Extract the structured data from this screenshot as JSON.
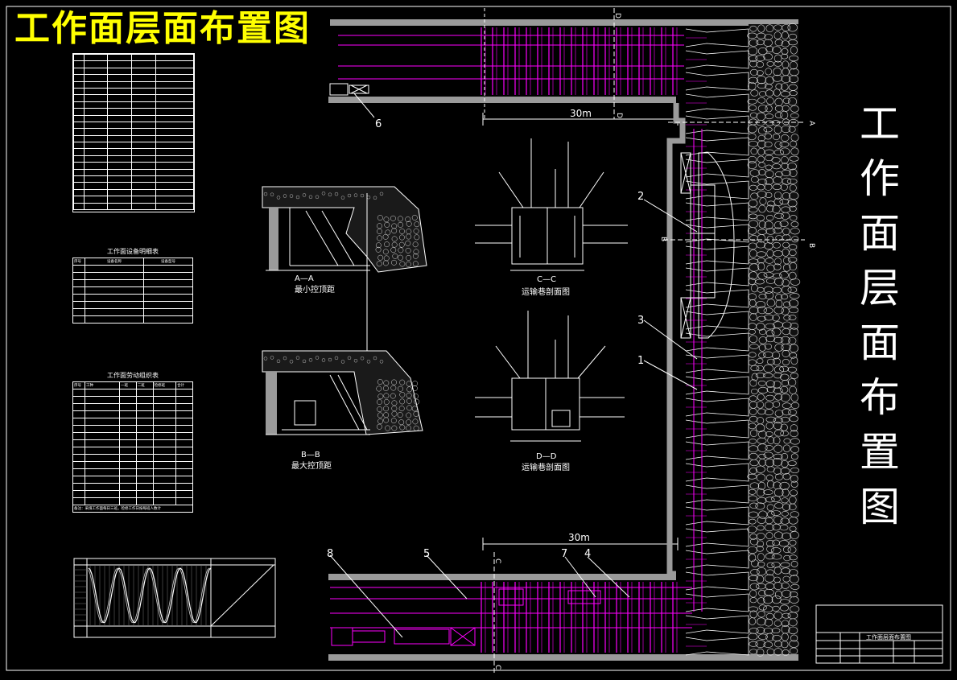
{
  "drawing": {
    "title": "工作面层面布置图",
    "title_vertical_chars": [
      "工",
      "作",
      "面",
      "层",
      "面",
      "布",
      "置",
      "图"
    ]
  },
  "dimensions": {
    "top": "30m",
    "bottom": "30m"
  },
  "section_marks": {
    "a": "A",
    "b": "B",
    "c": "C",
    "d": "D"
  },
  "callouts": [
    "1",
    "2",
    "3",
    "4",
    "5",
    "6",
    "7",
    "8"
  ],
  "sections": {
    "aa": {
      "code": "A—A",
      "name": "最小控顶距"
    },
    "bb": {
      "code": "B—B",
      "name": "最大控顶距"
    },
    "cc": {
      "code": "C—C",
      "name": "运输巷剖面图"
    },
    "dd": {
      "code": "D—D",
      "name": "运输巷剖面图"
    }
  },
  "tables": {
    "labor": {
      "title": "工作面劳动组织表",
      "headers": [
        "序号",
        "工种",
        "一班",
        "二班",
        "检修班",
        "合计"
      ],
      "note": "备注：采煤工作面每日三班，检修工作日按每班人数计"
    },
    "equipment": {
      "title": "工作面设备明细表",
      "headers": [
        "序号",
        "设备名称",
        "设备型号"
      ]
    }
  },
  "title_block": {
    "name": "工作面层面布置图"
  },
  "colors": {
    "background": "#000000",
    "support": "#ff00ff",
    "roadway": "#a0a0a0",
    "title": "#ffff00",
    "line": "#ffffff"
  }
}
